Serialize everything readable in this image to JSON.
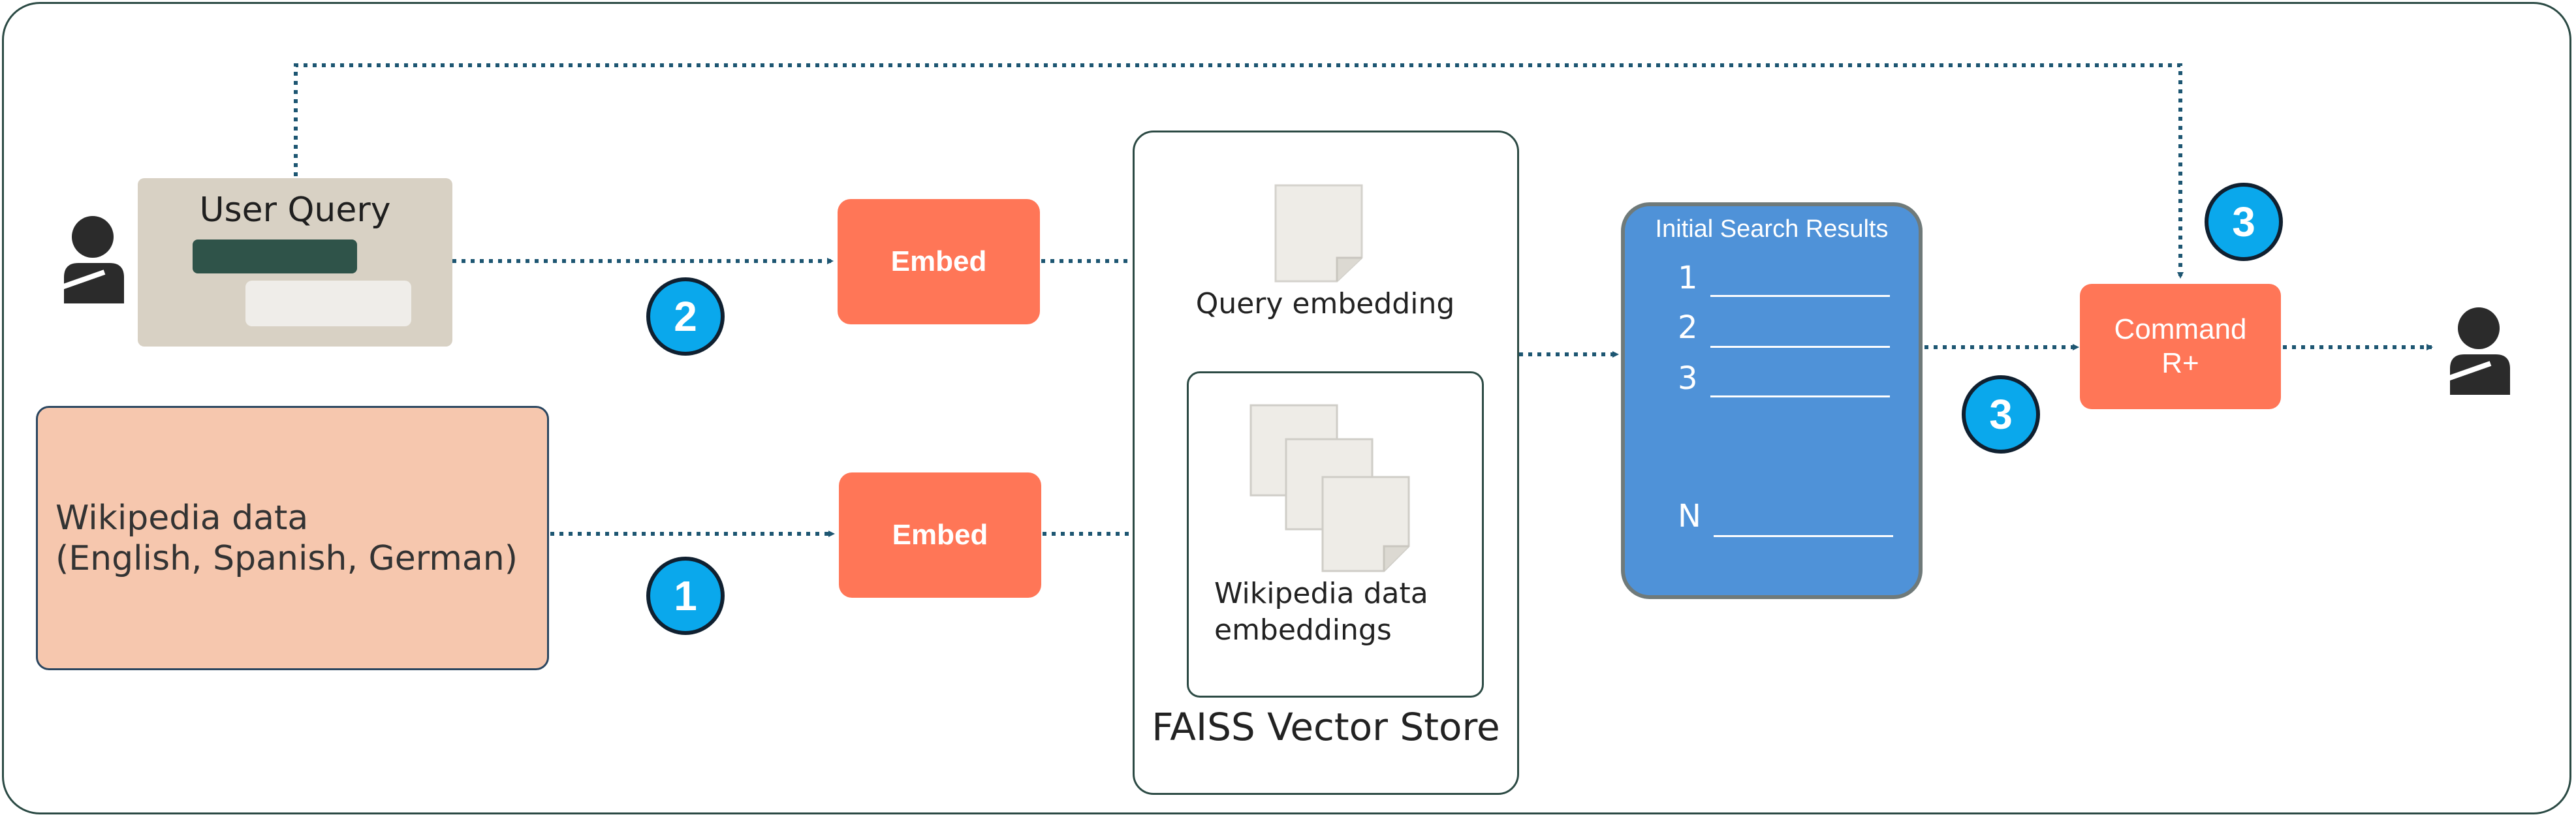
{
  "user_query": {
    "title": "User Query"
  },
  "wikipedia": {
    "text": "Wikipedia data\n(English, Spanish, German)"
  },
  "embed_top": {
    "label": "Embed"
  },
  "embed_bottom": {
    "label": "Embed"
  },
  "faiss": {
    "label": "FAISS Vector Store",
    "query_embedding_label": "Query embedding",
    "wiki_embeddings_label": "Wikipedia data\nembeddings"
  },
  "results": {
    "title": "Initial Search Results",
    "items": [
      "1",
      "2",
      "3",
      "N"
    ]
  },
  "command": {
    "label": "Command\nR+"
  },
  "badges": {
    "step2": "2",
    "step1": "1",
    "step3a": "3",
    "step3b": "3"
  },
  "colors": {
    "accent": "#ff7657",
    "results_blue": "#4f92d8",
    "badge_blue": "#0aa8ec",
    "line": "#1d5672",
    "dark": "#2b4a44"
  },
  "icons": [
    "user-icon",
    "document-icon",
    "documents-stack-icon",
    "user-output-icon"
  ]
}
